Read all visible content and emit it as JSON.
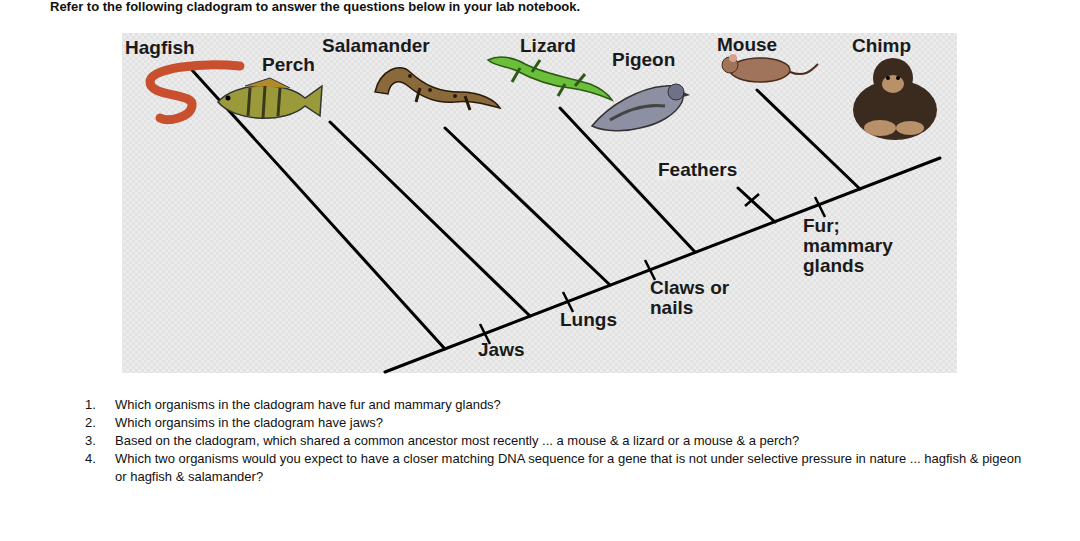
{
  "diagram": {
    "title": "Refer to the following cladogram to answer the questions below in your lab notebook.",
    "labels": [
      "Hagfish",
      "Perch",
      "Salamander",
      "Lizard",
      "Pigeon",
      "Mouse",
      "Chimp",
      "Feathers",
      "Fur; mammary glands",
      "Claws or nails",
      "Lungs",
      "Jaws",
      "1.",
      "Which organisms in the cladogram have fur and mammary glands?",
      "2.",
      "Which organsims in the cladogram have jaws?",
      "3.",
      "Based on the cladogram, which shared a common ancestor most recently ... a mouse & a lizard or a mouse & a perch?",
      "4.",
      "Which two organisms would you expect to have a closer matching DNA sequence for a gene that is not under selective pressure in nature ... hagfish & pigeon or hagfish & salamander?"
    ]
  }
}
